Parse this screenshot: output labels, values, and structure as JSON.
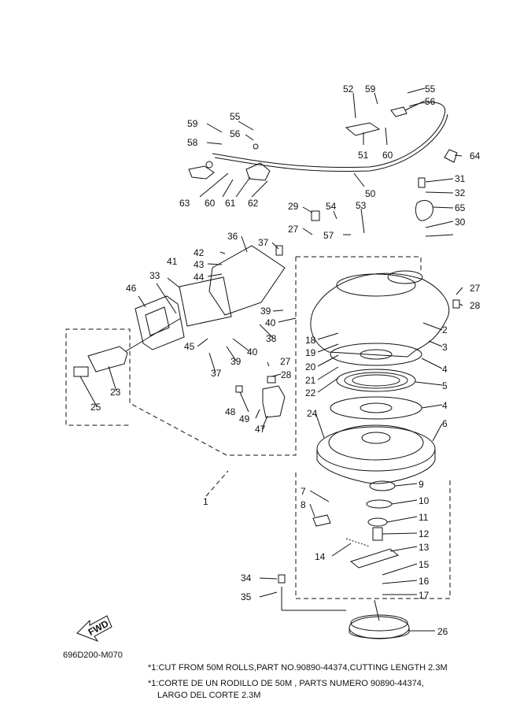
{
  "diagram": {
    "code": "696D200-M070",
    "fwd_label": "FWD",
    "notes": [
      "*1:CUT FROM 50M ROLLS,PART NO.90890-44374,CUTTING LENGTH 2.3M",
      "*1:CORTE DE UN RODILLO DE 50M , PARTS NUMERO 90890-44374,",
      "LARGO DEL CORTE 2.3M"
    ]
  },
  "parts": [
    "1",
    "2",
    "3",
    "4",
    "5",
    "4",
    "6",
    "7",
    "8",
    "9",
    "10",
    "11",
    "12",
    "13",
    "14",
    "15",
    "16",
    "17",
    "18",
    "19",
    "20",
    "21",
    "22",
    "23",
    "24",
    "25",
    "26",
    "27",
    "28",
    "27",
    "28",
    "27",
    "29",
    "30",
    "31",
    "32",
    "33",
    "34",
    "35",
    "36",
    "37",
    "37",
    "38",
    "39",
    "39",
    "40",
    "40",
    "41",
    "42",
    "43",
    "44",
    "45",
    "46",
    "47",
    "48",
    "49",
    "50",
    "51",
    "52",
    "53",
    "54",
    "55",
    "55",
    "56",
    "56",
    "57",
    "58",
    "59",
    "59",
    "60",
    "60",
    "61",
    "62",
    "63",
    "64",
    "65"
  ]
}
